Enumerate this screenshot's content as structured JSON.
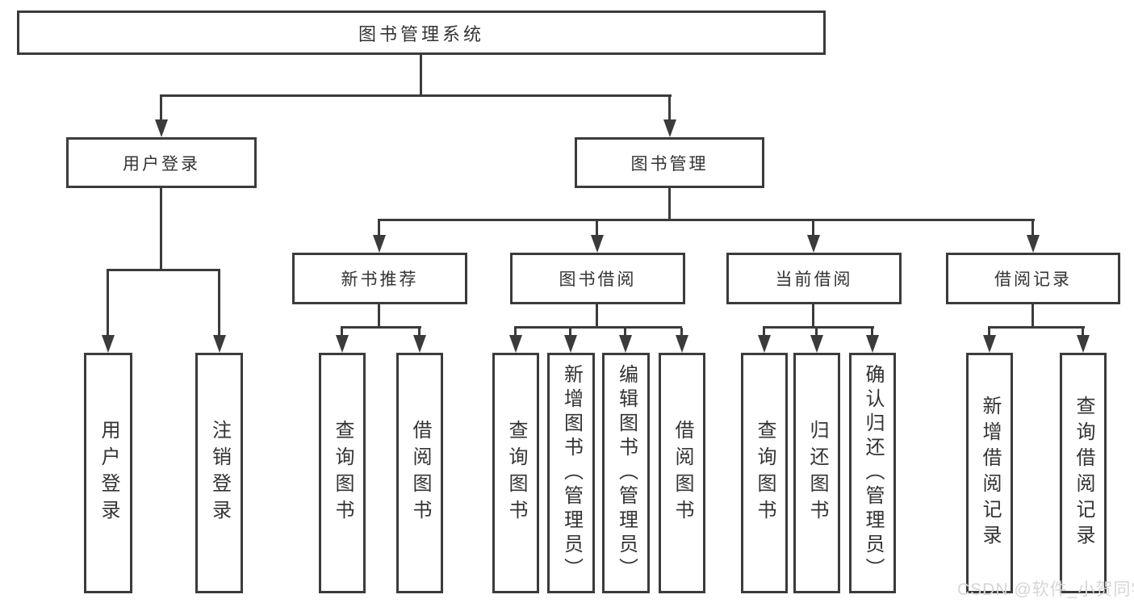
{
  "tree": {
    "root": {
      "label": "图书管理系统"
    },
    "level2": [
      {
        "label": "用户登录",
        "children": [
          "用户登录",
          "注销登录"
        ]
      },
      {
        "label": "图书管理"
      }
    ],
    "level3": [
      {
        "label": "新书推荐",
        "children": [
          "查询图书",
          "借阅图书"
        ]
      },
      {
        "label": "图书借阅",
        "children": [
          "查询图书",
          "新增图书（管理员）",
          "编辑图书（管理员）",
          "借阅图书"
        ]
      },
      {
        "label": "当前借阅",
        "children": [
          "查询图书",
          "归还图书",
          "确认归还（管理员）"
        ]
      },
      {
        "label": "借阅记录",
        "children": [
          "新增借阅记录",
          "查询借阅记录"
        ]
      }
    ]
  },
  "watermark": "CSDN @软件_小贺同学",
  "colors": {
    "line": "#3b3b3b",
    "text": "#333333",
    "watermark": "#d6d6d6",
    "background": "#ffffff"
  }
}
